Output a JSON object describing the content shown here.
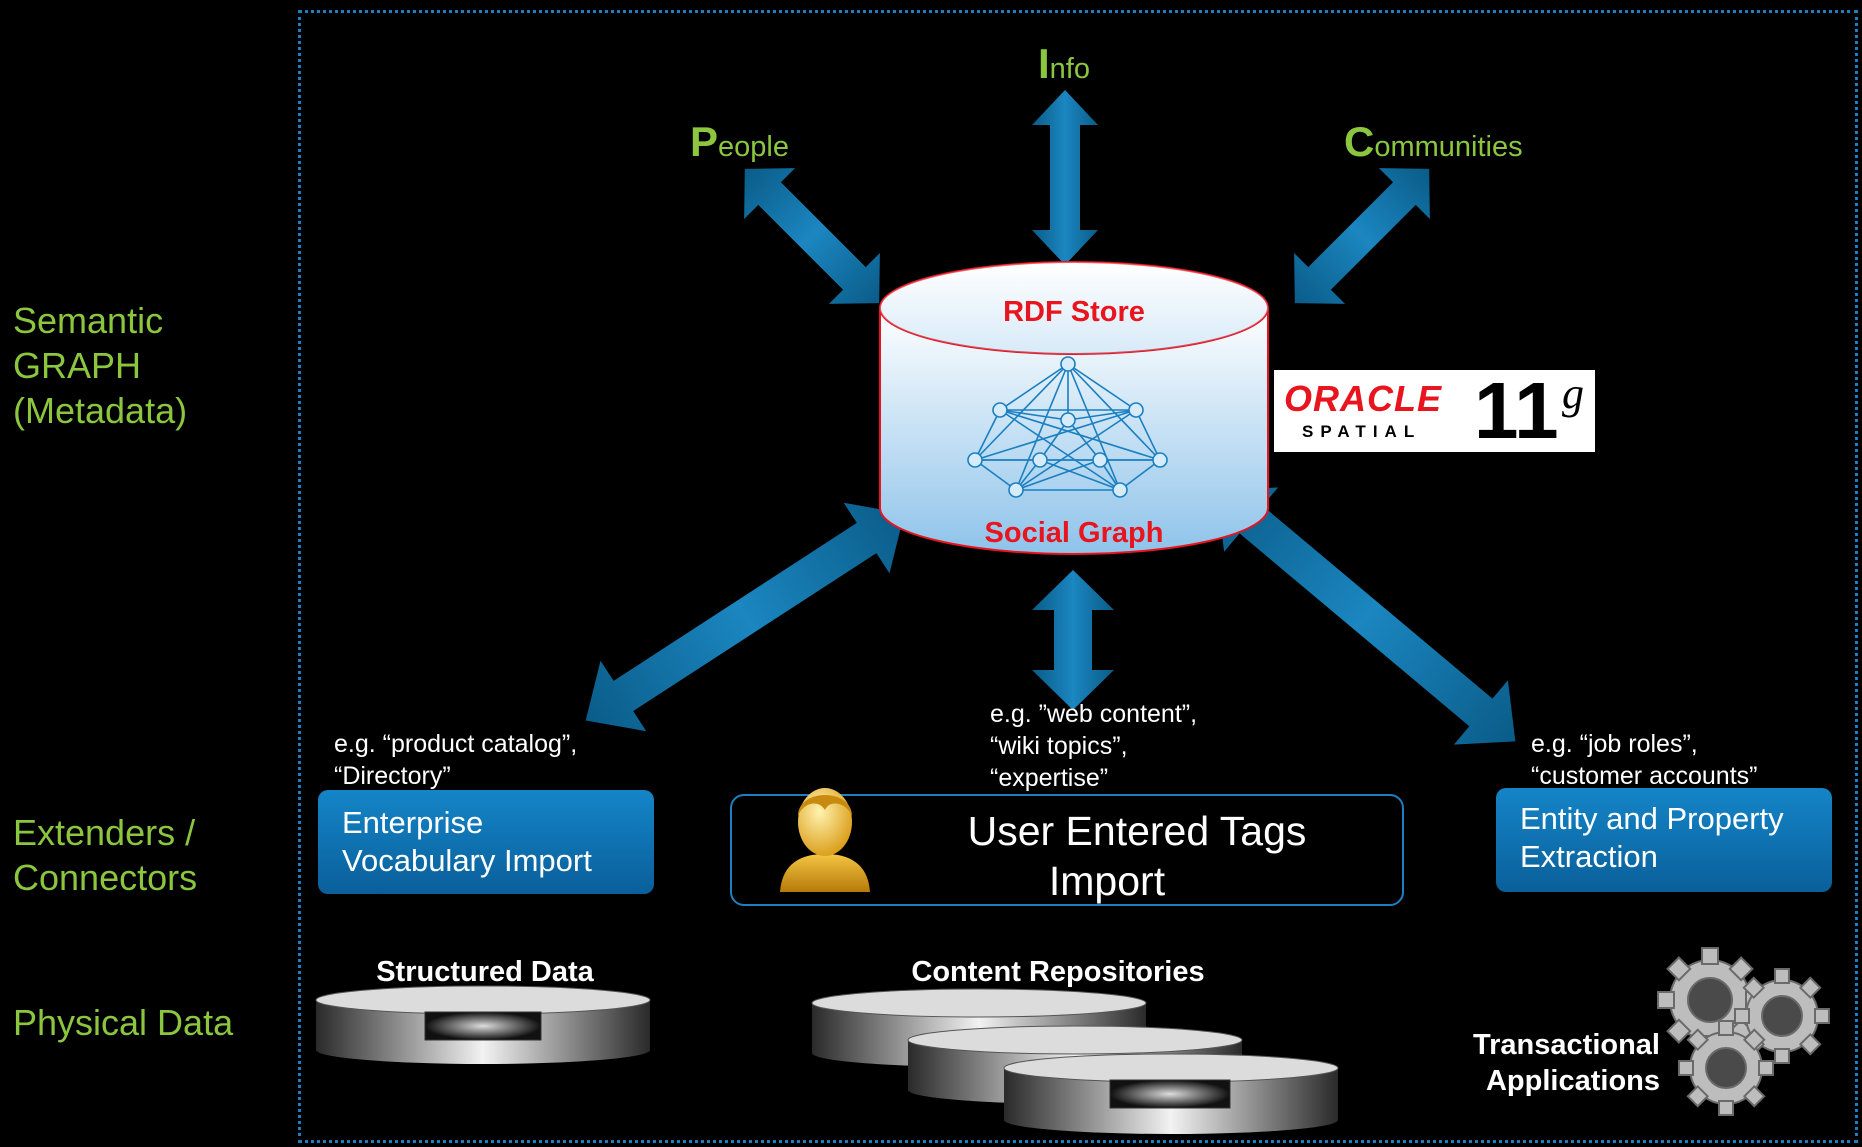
{
  "side_labels": {
    "semantic": [
      "Semantic",
      "GRAPH",
      "(Metadata)"
    ],
    "extenders": [
      "Extenders /",
      "Connectors"
    ],
    "physical": "Physical Data"
  },
  "top_nodes": {
    "info": {
      "initial": "I",
      "rest": "nfo"
    },
    "people": {
      "initial": "P",
      "rest": "eople"
    },
    "communities": {
      "initial": "C",
      "rest": "ommunities"
    }
  },
  "store": {
    "title": "RDF Store",
    "graph_label": "Social Graph"
  },
  "logo": {
    "brand": "ORACLE",
    "sub": "SPATIAL",
    "version": "11",
    "suffix": "g"
  },
  "notes": {
    "left": [
      "e.g. “product catalog”,",
      "“Directory”"
    ],
    "center": [
      "e.g. ”web content”,",
      "“wiki topics”,",
      "“expertise”"
    ],
    "right": [
      "e.g. “job roles”,",
      "“customer accounts”"
    ]
  },
  "boxes": {
    "left": [
      "Enterprise",
      "Vocabulary Import"
    ],
    "center": [
      "User Entered Tags",
      "Import"
    ],
    "right": [
      "Entity and Property",
      "Extraction"
    ]
  },
  "physical": {
    "structured": "Structured Data",
    "content": "Content Repositories",
    "transactional": [
      "Transactional",
      "Applications"
    ]
  },
  "colors": {
    "green_label": "#8cc63f",
    "arrow_blue": "#0f73a8",
    "store_red": "#e8141e",
    "frame_blue": "#1e7fc0"
  }
}
